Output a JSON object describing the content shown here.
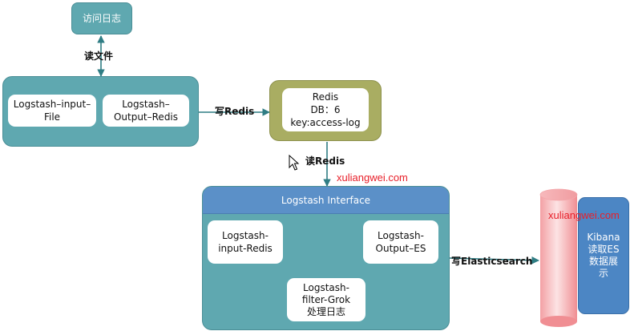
{
  "colors": {
    "teal": "#5fa8b0",
    "olive": "#a9ad62",
    "blue_header": "#5b90c8",
    "cylinder_pink": "#f6aeb1",
    "kibana_blue": "#4c86c4",
    "arrow_teal": "#2f7d84",
    "watermark_red": "#e8202a"
  },
  "nodes": {
    "access_log": "访问日志",
    "logstash_input_file": "Logstash–input–\nFile",
    "logstash_output_redis": "Logstash–\nOutput–Redis",
    "redis": "Redis\nDB：6\nkey:access-log",
    "logstash_interface": "Logstash Interface",
    "logstash_input_redis": "Logstash-\ninput-Redis",
    "logstash_output_es": "Logstash-\nOutput–ES",
    "logstash_filter_grok": "Logstash-\nfilter-Grok\n处理日志",
    "kibana": "Kibana\n读取ES\n数据展\n示"
  },
  "edges": {
    "read_file": "读文件",
    "write_redis": "写Redis",
    "read_redis": "读Redis",
    "write_es": "写Elasticsearch"
  },
  "watermarks": {
    "first": "xuliangwei.com",
    "second": "xuliangwei.com"
  },
  "icons": {
    "cursor": "mouse-pointer-icon"
  }
}
